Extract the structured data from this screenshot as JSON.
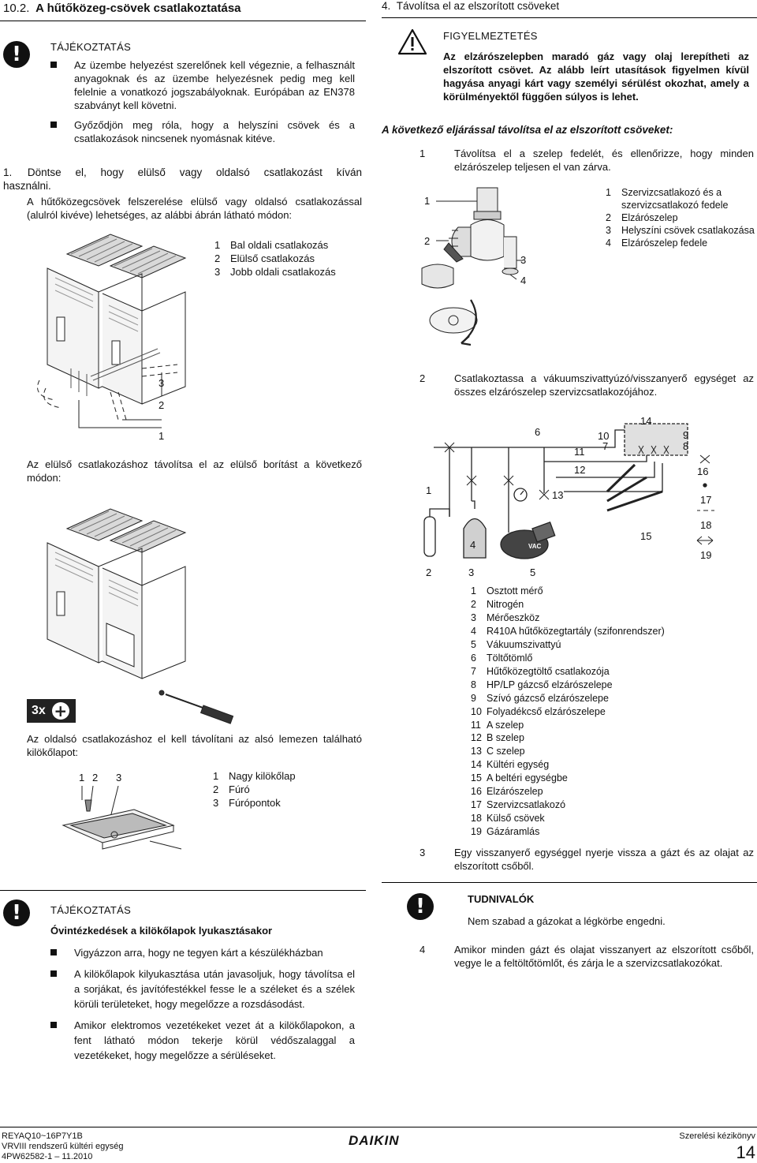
{
  "left": {
    "section_number": "10.2.",
    "section_title": "A hűtőközeg-csövek csatlakoztatása",
    "notice1": {
      "title": "TÁJÉKOZTATÁS",
      "bullets": [
        "Az üzembe helyezést szerelőnek kell végeznie, a felhasznált anyagoknak és az üzembe helyezésnek pedig meg kell felelnie a vonatkozó jogszabályoknak. Európában az EN378 szabványt kell követni.",
        "Győződjön meg róla, hogy a helyszíni csövek és a csatlakozások nincsenek nyomásnak kitéve."
      ]
    },
    "step1_num": "1.",
    "step1_text": "Döntse el, hogy elülső vagy oldalsó csatlakozást kíván használni.",
    "step1_para": "A hűtőközegcsövek felszerelése elülső vagy oldalsó csatlakozással (alulról kivéve) lehetséges, az alábbi ábrán látható módon:",
    "fig1_legend": [
      {
        "n": "1",
        "t": "Bal oldali csatlakozás"
      },
      {
        "n": "2",
        "t": "Elülső csatlakozás"
      },
      {
        "n": "3",
        "t": "Jobb oldali csatlakozás"
      }
    ],
    "fig1_callouts": [
      "3",
      "2",
      "1"
    ],
    "front_cover_text": "Az elülső csatlakozáshoz távolítsa el az elülső borítást a következő módon:",
    "screw_count": "3x",
    "side_text": "Az oldalsó csatlakozáshoz el kell távolítani az alsó lemezen található kilökőlapot:",
    "fig3_callouts": [
      "1",
      "2",
      "3"
    ],
    "fig3_legend": [
      {
        "n": "1",
        "t": "Nagy kilökőlap"
      },
      {
        "n": "2",
        "t": "Fúró"
      },
      {
        "n": "3",
        "t": "Fúrópontok"
      }
    ],
    "notice2": {
      "title": "TÁJÉKOZTATÁS",
      "subtitle": "Óvintézkedések a kilökőlapok lyukasztásakor",
      "bullets": [
        "Vigyázzon arra, hogy ne tegyen kárt a készülékházban",
        "A kilökőlapok kilyukasztása után javasoljuk, hogy távolítsa el a sorjákat, és javítófestékkel fesse le a széleket és a szélek körüli területeket, hogy megelőzze a rozsdásodást.",
        "Amikor elektromos vezetékeket vezet át a kilökőlapokon, a fent látható módon tekerje körül védőszalaggal a vezetékeket, hogy megelőzze a sérüléseket."
      ]
    }
  },
  "right": {
    "step4_num": "4.",
    "step4_title": "Távolítsa el az elszorított csöveket",
    "warning": {
      "title": "FIGYELMEZTETÉS",
      "text": "Az elzárószelepben maradó gáz vagy olaj lerepítheti az elszorított csövet. Az alább leírt utasítások figyelmen kívül hagyása anyagi kárt vagy személyi sérülést okozhat, amely a körülményektől függően súlyos is lehet."
    },
    "procedure_intro": "A következő eljárással távolítsa el az elszorított csöveket:",
    "item1_num": "1",
    "item1_text": "Távolítsa el a szelep fedelét, és ellenőrizze, hogy minden elzárószelep teljesen el van zárva.",
    "valve_callouts": [
      "1",
      "2",
      "3",
      "4"
    ],
    "valve_legend": [
      {
        "n": "1",
        "t": "Szervizcsatlakozó és a szervizcsatlakozó fedele"
      },
      {
        "n": "2",
        "t": "Elzárószelep"
      },
      {
        "n": "3",
        "t": "Helyszíni csövek csatlakozása"
      },
      {
        "n": "4",
        "t": "Elzárószelep fedele"
      }
    ],
    "item2_num": "2",
    "item2_text": "Csatlakoztassa a vákuumszivattyúzó/visszanyerő egységet az összes elzárószelep szervizcsatlakozójához.",
    "diagram_callouts": {
      "c1": "1",
      "c2": "2",
      "c3": "3",
      "c4": "4",
      "c5": "5",
      "c6": "6",
      "c7": "7",
      "c8": "8",
      "c9": "9",
      "c10": "10",
      "c11": "11",
      "c12": "12",
      "c13": "13",
      "c14": "14",
      "c15": "15",
      "c16": "16",
      "c17": "17",
      "c18": "18",
      "c19": "19"
    },
    "pump_label": "VAC",
    "diagram_legend": [
      {
        "n": "1",
        "t": "Osztott mérő"
      },
      {
        "n": "2",
        "t": "Nitrogén"
      },
      {
        "n": "3",
        "t": "Mérőeszköz"
      },
      {
        "n": "4",
        "t": "R410A hűtőközegtartály (szifonrendszer)"
      },
      {
        "n": "5",
        "t": "Vákuumszivattyú"
      },
      {
        "n": "6",
        "t": "Töltőtömlő"
      },
      {
        "n": "7",
        "t": "Hűtőközegtöltő csatlakozója"
      },
      {
        "n": "8",
        "t": "HP/LP gázcső elzárószelepe"
      },
      {
        "n": "9",
        "t": "Szívó gázcső elzárószelepe"
      },
      {
        "n": "10",
        "t": "Folyadékcső elzárószelepe"
      },
      {
        "n": "11",
        "t": "A szelep"
      },
      {
        "n": "12",
        "t": "B szelep"
      },
      {
        "n": "13",
        "t": "C szelep"
      },
      {
        "n": "14",
        "t": "Kültéri egység"
      },
      {
        "n": "15",
        "t": "A beltéri egységbe"
      },
      {
        "n": "16",
        "t": "Elzárószelep"
      },
      {
        "n": "17",
        "t": "Szervizcsatlakozó"
      },
      {
        "n": "18",
        "t": "Külső csövek"
      },
      {
        "n": "19",
        "t": "Gázáramlás"
      }
    ],
    "item3_num": "3",
    "item3_text": "Egy visszanyerő egységgel nyerje vissza a gázt és az olajat az elszorított csőből.",
    "note": {
      "title": "TUDNIVALÓK",
      "text": "Nem szabad a gázokat a légkörbe engedni."
    },
    "item4_num": "4",
    "item4_text": "Amikor minden gázt és olajat visszanyert az elszorított csőből, vegye le a feltöltőtömlőt, és zárja le a szervizcsatlakozókat."
  },
  "footer": {
    "model": "REYAQ10~16P7Y1B",
    "product": "VRVIII rendszerű kültéri egység",
    "doc_number": "4PW62582-1 – 11.2010",
    "brand": "DAIKIN",
    "manual": "Szerelési kézikönyv",
    "page": "14"
  }
}
